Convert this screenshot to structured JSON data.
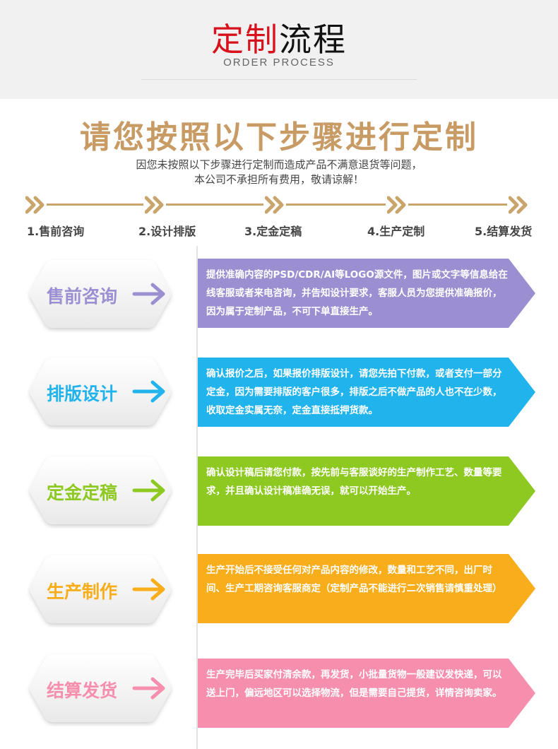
{
  "banner": {
    "title_red": "定制",
    "title_black": "流程",
    "subtitle": "ORDER PROCESS"
  },
  "headline": "请您按照以下步骤进行定制",
  "notice": {
    "line1": "因您未按照以下步骤进行定制而造成产品不满意退货等问题，",
    "line2": "本公司不承担所有费用，敬请谅解！"
  },
  "flow": {
    "steps": [
      "1.售前咨询",
      "2.设计排版",
      "3.定金定稿",
      "4.生产定制",
      "5.结算发货"
    ]
  },
  "colors": {
    "red": "#d7121c",
    "gold": "#c89a64",
    "purple": "#9b8fd1",
    "blue": "#21b4ec",
    "green": "#8dc921",
    "orange": "#f8ad1a",
    "pink": "#f68fad"
  },
  "stages": [
    {
      "title": "售前咨询",
      "color": "#9b8fd1",
      "arrow_icon": "right-arrow-icon",
      "description": "提供准确内容的PSD/CDR/AI等LOGO源文件，图片或文字等信息给在线客服或者来电咨询，并告知设计要求，客服人员为您提供准确报价，因为属于定制产品，不可下单直接生产。"
    },
    {
      "title": "排版设计",
      "color": "#21b4ec",
      "arrow_icon": "right-arrow-icon",
      "description": "确认报价之后，如果报价排版设计，请您先拍下付款，或者支付一部分定金，因为需要排版的客户很多，排版之后不做产品的人也不在少数，收取定金实属无奈，定金直接抵押货款。"
    },
    {
      "title": "定金定稿",
      "color": "#8dc921",
      "arrow_icon": "right-arrow-icon",
      "description": "确认设计稿后请您付款，按先前与客服谈好的生产制作工艺、数量等要求，并且确认设计稿准确无误，就可以开始生产。"
    },
    {
      "title": "生产制作",
      "color": "#f8ad1a",
      "arrow_icon": "right-arrow-icon",
      "description": "生产开始后不接受任何对产品内容的修改，数量和工艺不同，出厂时间、生产工期咨询客服商定（定制产品不能进行二次销售请慎重处理）"
    },
    {
      "title": "结算发货",
      "color": "#f68fad",
      "arrow_icon": "right-arrow-icon",
      "description": "生产完毕后买家付清余款，再发货，小批量货物一般建议发快递，可以送上门，偏远地区可以选择物流，但是需要自己提货，详情咨询卖家。"
    }
  ]
}
